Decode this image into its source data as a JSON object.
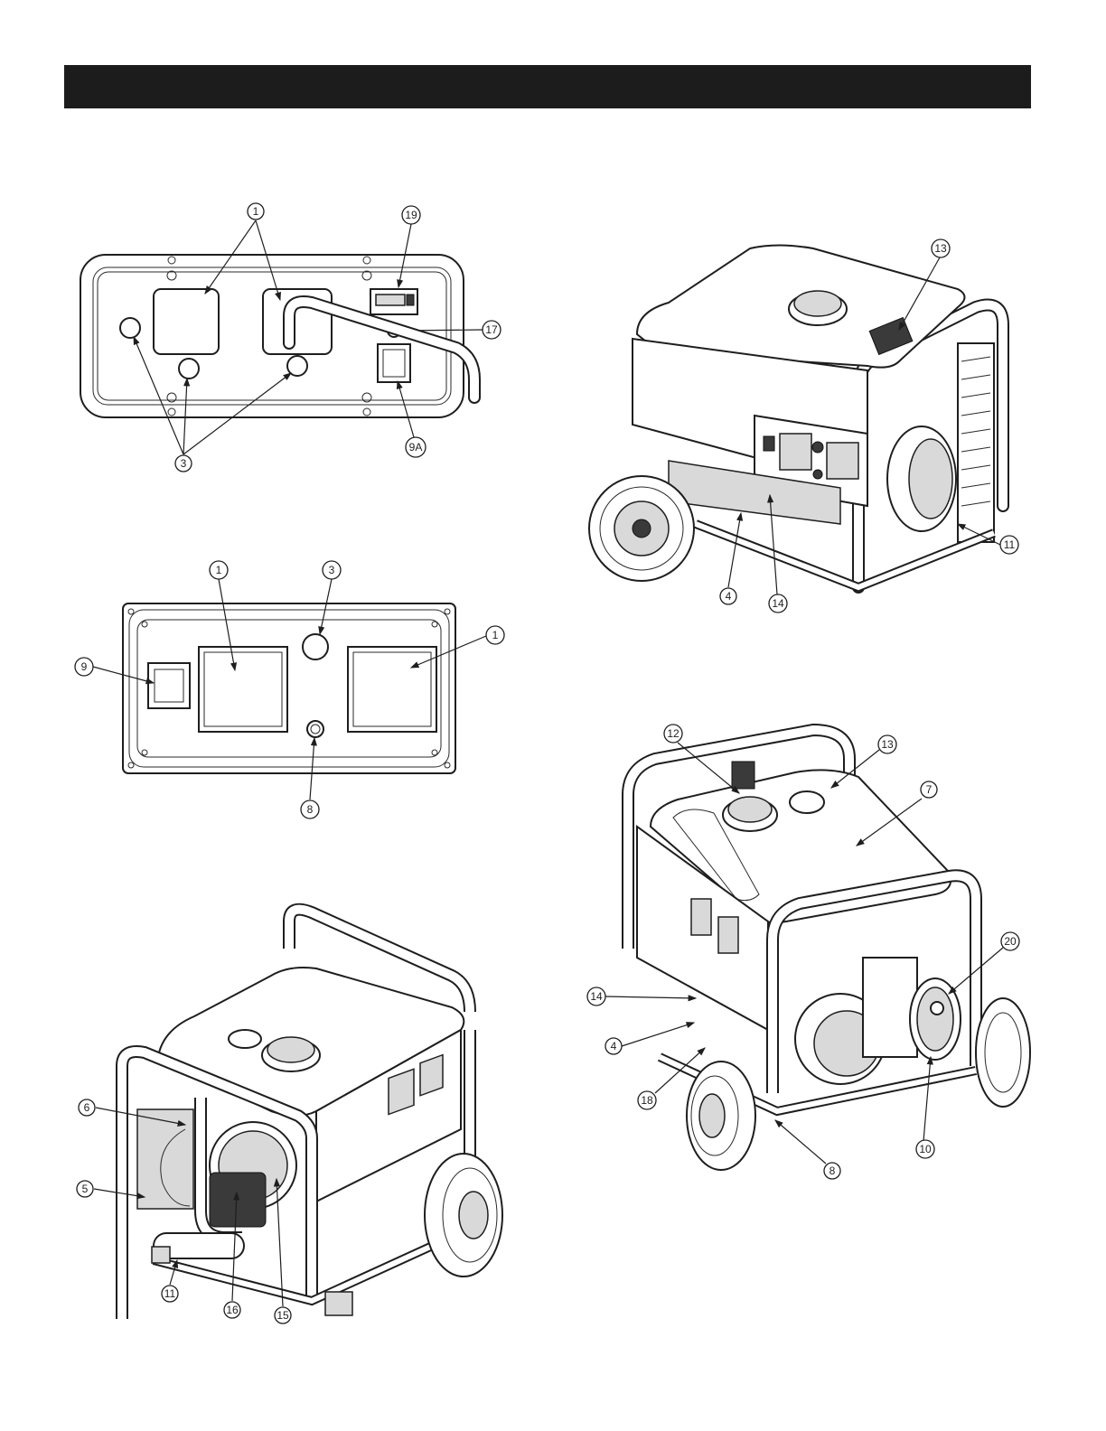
{
  "header": {
    "color": "#1c1c1c"
  },
  "figures": {
    "panel_a": {
      "callouts": [
        "1",
        "19",
        "17",
        "9A",
        "3"
      ]
    },
    "panel_b": {
      "callouts": [
        "1",
        "3",
        "1",
        "9",
        "8"
      ]
    },
    "generator_front": {
      "callouts": [
        "13",
        "11",
        "4",
        "14"
      ]
    },
    "generator_rear_left": {
      "callouts": [
        "6",
        "5",
        "11",
        "16",
        "15"
      ]
    },
    "generator_rear_right": {
      "callouts": [
        "12",
        "13",
        "7",
        "20",
        "14",
        "4",
        "18",
        "10",
        "8"
      ]
    }
  }
}
